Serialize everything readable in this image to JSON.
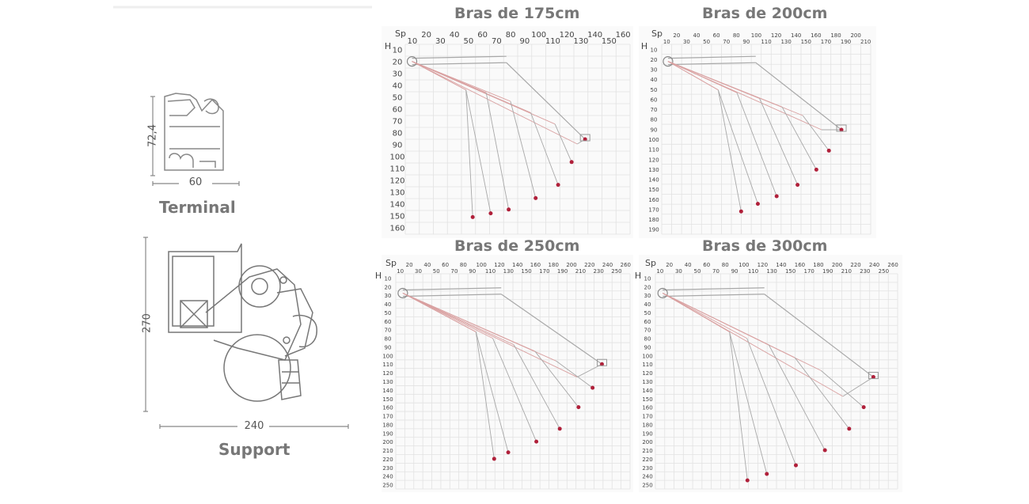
{
  "terminal": {
    "name": "Terminal",
    "height_dim": "72,4",
    "width_dim": "60"
  },
  "support": {
    "name": "Support",
    "height_dim": "270",
    "width_dim": "240"
  },
  "axis_labels": {
    "horizontal": "Sp",
    "vertical": "H"
  },
  "colors": {
    "title": "#777777",
    "grid": "#e2e2e2",
    "line": "#a8a8a8",
    "ray": "#d9a0a0",
    "point": "#b0203a"
  },
  "diagrams": [
    {
      "title": "Bras de 175cm",
      "sp_top": [
        "20",
        "40",
        "60",
        "80",
        "100",
        "120",
        "140",
        "160"
      ],
      "sp_bottom": [
        "10",
        "30",
        "50",
        "70",
        "90",
        "110",
        "130",
        "150"
      ],
      "h_ticks": [
        "10",
        "20",
        "30",
        "40",
        "50",
        "60",
        "70",
        "80",
        "90",
        "100",
        "110",
        "120",
        "130",
        "140",
        "150",
        "160"
      ]
    },
    {
      "title": "Bras de 200cm",
      "sp_top": [
        "20",
        "40",
        "60",
        "80",
        "100",
        "120",
        "140",
        "160",
        "180",
        "200"
      ],
      "sp_bottom": [
        "10",
        "30",
        "50",
        "70",
        "90",
        "110",
        "130",
        "150",
        "170",
        "190",
        "210"
      ],
      "h_ticks": [
        "10",
        "20",
        "30",
        "40",
        "50",
        "60",
        "70",
        "80",
        "90",
        "100",
        "110",
        "120",
        "130",
        "140",
        "150",
        "160",
        "170",
        "180",
        "190"
      ]
    },
    {
      "title": "Bras de 250cm",
      "sp_top": [
        "20",
        "40",
        "60",
        "80",
        "100",
        "120",
        "140",
        "160",
        "180",
        "200",
        "220",
        "240",
        "260"
      ],
      "sp_bottom": [
        "10",
        "30",
        "50",
        "70",
        "90",
        "110",
        "130",
        "150",
        "170",
        "190",
        "210",
        "230",
        "250"
      ],
      "h_ticks": [
        "10",
        "20",
        "30",
        "40",
        "50",
        "60",
        "70",
        "80",
        "90",
        "100",
        "110",
        "120",
        "130",
        "140",
        "150",
        "160",
        "170",
        "180",
        "190",
        "200",
        "210",
        "220",
        "230",
        "240",
        "250"
      ]
    },
    {
      "title": "Bras de 300cm",
      "sp_top": [
        "20",
        "40",
        "60",
        "80",
        "100",
        "120",
        "140",
        "160",
        "180",
        "200",
        "220",
        "240",
        "260"
      ],
      "sp_bottom": [
        "10",
        "30",
        "50",
        "70",
        "90",
        "110",
        "130",
        "150",
        "170",
        "190",
        "210",
        "230",
        "250"
      ],
      "h_ticks": [
        "10",
        "20",
        "30",
        "40",
        "50",
        "60",
        "70",
        "80",
        "90",
        "100",
        "110",
        "120",
        "130",
        "140",
        "150",
        "160",
        "170",
        "180",
        "190",
        "200",
        "210",
        "220",
        "230",
        "240",
        "250"
      ]
    }
  ]
}
